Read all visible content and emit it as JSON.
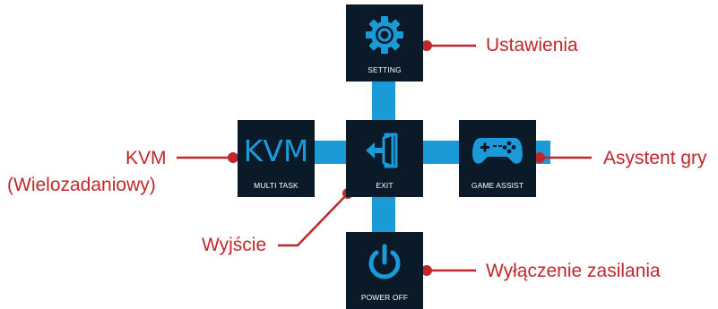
{
  "colors": {
    "connector": "#1a9ad6",
    "tile_bg": "#0a1a28",
    "icon": "#1a9ad6",
    "callout": "#c0272d",
    "caption": "#ffffff"
  },
  "tiles": {
    "setting": {
      "caption": "SETTING",
      "icon": "gear-icon"
    },
    "kvm": {
      "caption": "MULTI TASK",
      "icon_text": "KVM"
    },
    "exit": {
      "caption": "EXIT",
      "icon": "exit-door-icon"
    },
    "game_assist": {
      "caption": "GAME ASSIST",
      "icon": "gamepad-icon"
    },
    "power_off": {
      "caption": "POWER OFF",
      "icon": "power-icon"
    }
  },
  "callouts": {
    "setting": "Ustawienia",
    "kvm_line1": "KVM",
    "kvm_line2": "(Wielozadaniowy)",
    "game_assist": "Asystent gry",
    "exit": "Wyjście",
    "power_off": "Wyłączenie zasilania"
  }
}
